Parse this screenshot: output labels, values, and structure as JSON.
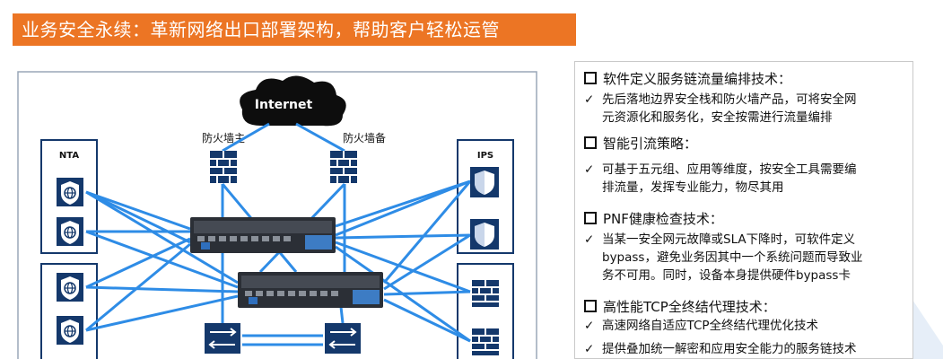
{
  "title": "业务安全永续：革新网络出口部署架构，帮助客户轻松运管",
  "diagram": {
    "internet_label": "Internet",
    "fw_main_label": "防火墙主",
    "fw_backup_label": "防火墙备",
    "nta_label": "NTA",
    "ips_label": "IPS"
  },
  "panel": {
    "sections": [
      {
        "title": "软件定义服务链流量编排技术：",
        "items": [
          {
            "lines": [
              "先后落地边界安全栈和防火墙产品，可将安全网",
              "元资源化和服务化，安全按需进行流量编排"
            ]
          }
        ]
      },
      {
        "title": "智能引流策略：",
        "items": [
          {
            "lines": [
              "可基于五元组、应用等维度，按安全工具需要编",
              "排流量，发挥专业能力，物尽其用"
            ]
          }
        ]
      },
      {
        "title": "PNF健康检查技术：",
        "items": [
          {
            "lines": [
              "当某一安全网元故障或SLA下降时，可软件定义",
              "bypass，避免业务因其中一个系统问题而导致业",
              "务不可用。同时，设备本身提供硬件bypass卡"
            ]
          }
        ]
      },
      {
        "title": "高性能TCP全终结代理技术：",
        "items": [
          {
            "lines": [
              "高速网络自适应TCP全终结代理优化技术"
            ]
          },
          {
            "lines": [
              "提供叠加统一解密和应用安全能力的服务链技术"
            ]
          }
        ]
      }
    ]
  },
  "check_mark": "✓",
  "colors": {
    "orange": "#ec7524",
    "link": "#2e8ce6",
    "navy": "#14386b",
    "appliance": "#2b2f36"
  }
}
